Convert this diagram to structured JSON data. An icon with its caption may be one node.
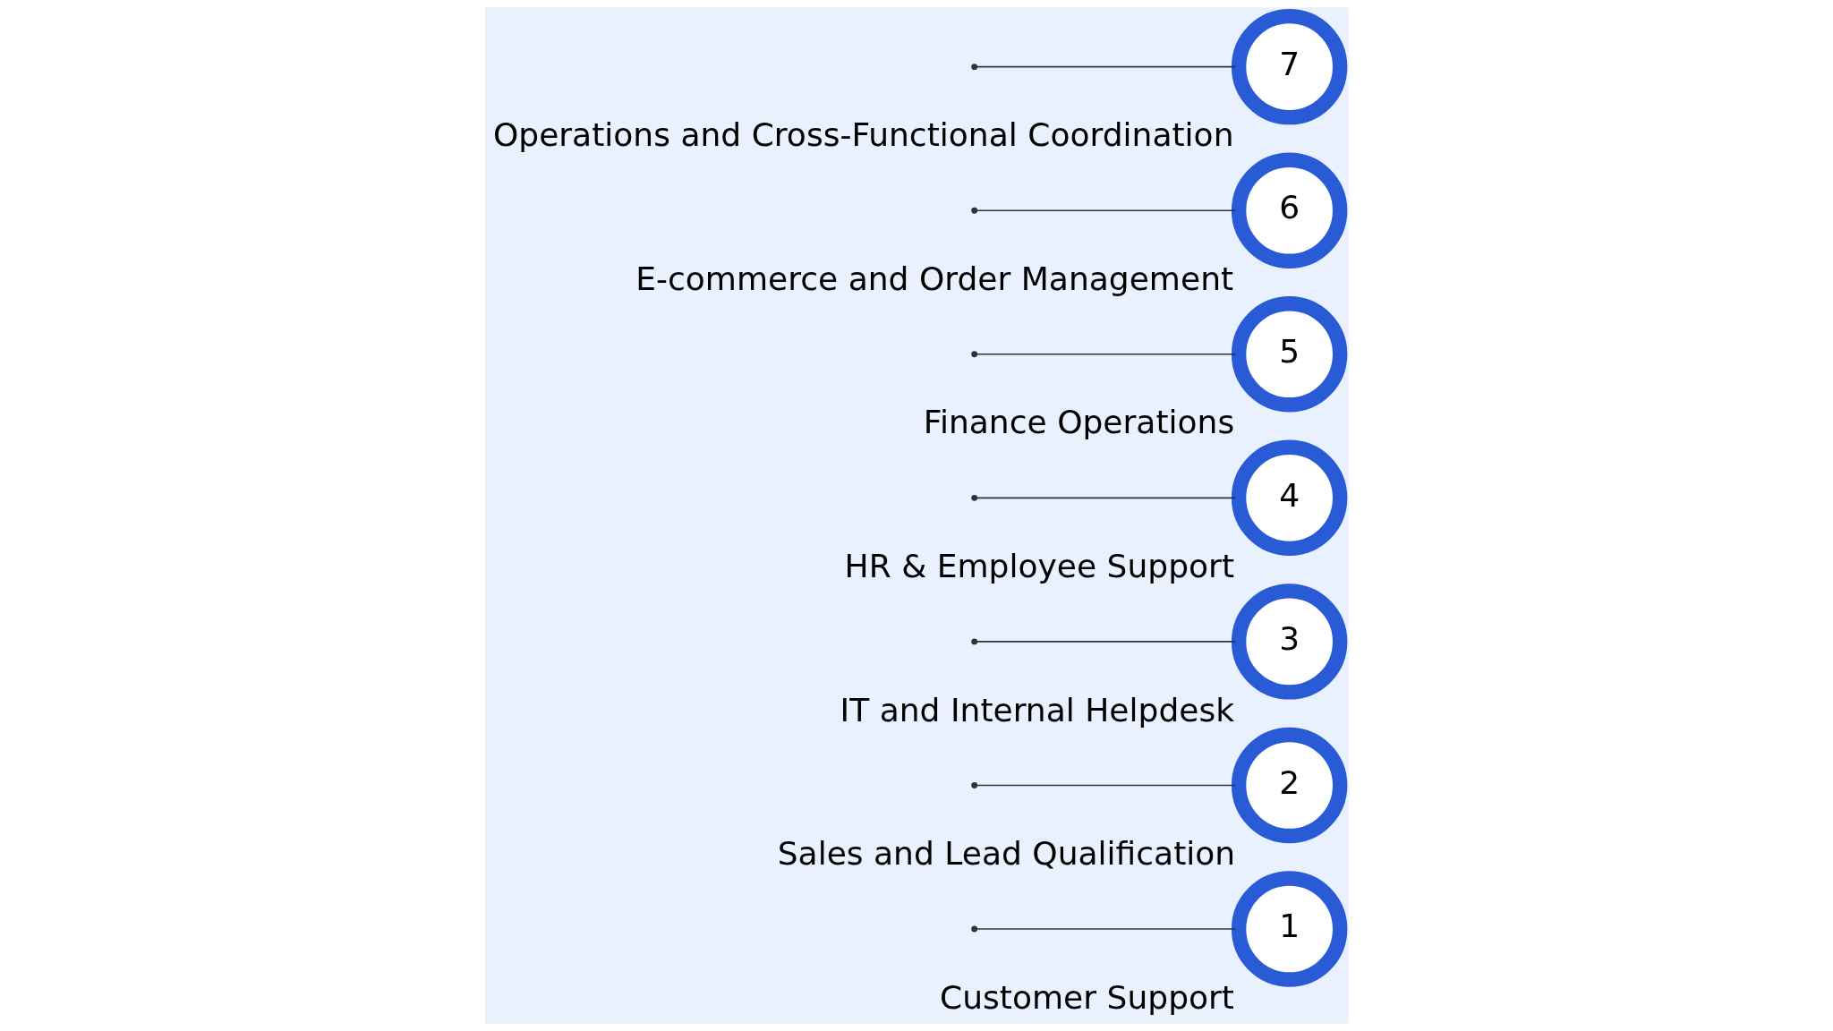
{
  "diagram": {
    "nodes": [
      {
        "text": [
          "1"
        ],
        "beside": [
          "Customer Support"
        ]
      },
      {
        "text": [
          "2"
        ],
        "beside": [
          "Sales and Lead Qualification"
        ]
      },
      {
        "text": [
          "3"
        ],
        "beside": [
          "IT and Internal Helpdesk"
        ]
      },
      {
        "text": [
          "4"
        ],
        "beside": [
          "HR & Employee Support"
        ]
      },
      {
        "text": [
          "5"
        ],
        "beside": [
          "Finance Operations"
        ]
      },
      {
        "text": [
          "6"
        ],
        "beside": [
          "E-commerce and Order Management"
        ]
      },
      {
        "text": [
          "7"
        ],
        "beside": [
          "Operations and Cross-Functional Coordination"
        ]
      }
    ],
    "edges": [
      {
        "from": null,
        "to": 0,
        "arrow": "other"
      },
      {
        "from": null,
        "to": 1,
        "arrow": "other"
      },
      {
        "from": null,
        "to": 2,
        "arrow": "other"
      },
      {
        "from": null,
        "to": 3,
        "arrow": "other"
      },
      {
        "from": null,
        "to": 4,
        "arrow": "other"
      },
      {
        "from": null,
        "to": 5,
        "arrow": "other"
      },
      {
        "from": null,
        "to": 6,
        "arrow": "other"
      }
    ]
  }
}
